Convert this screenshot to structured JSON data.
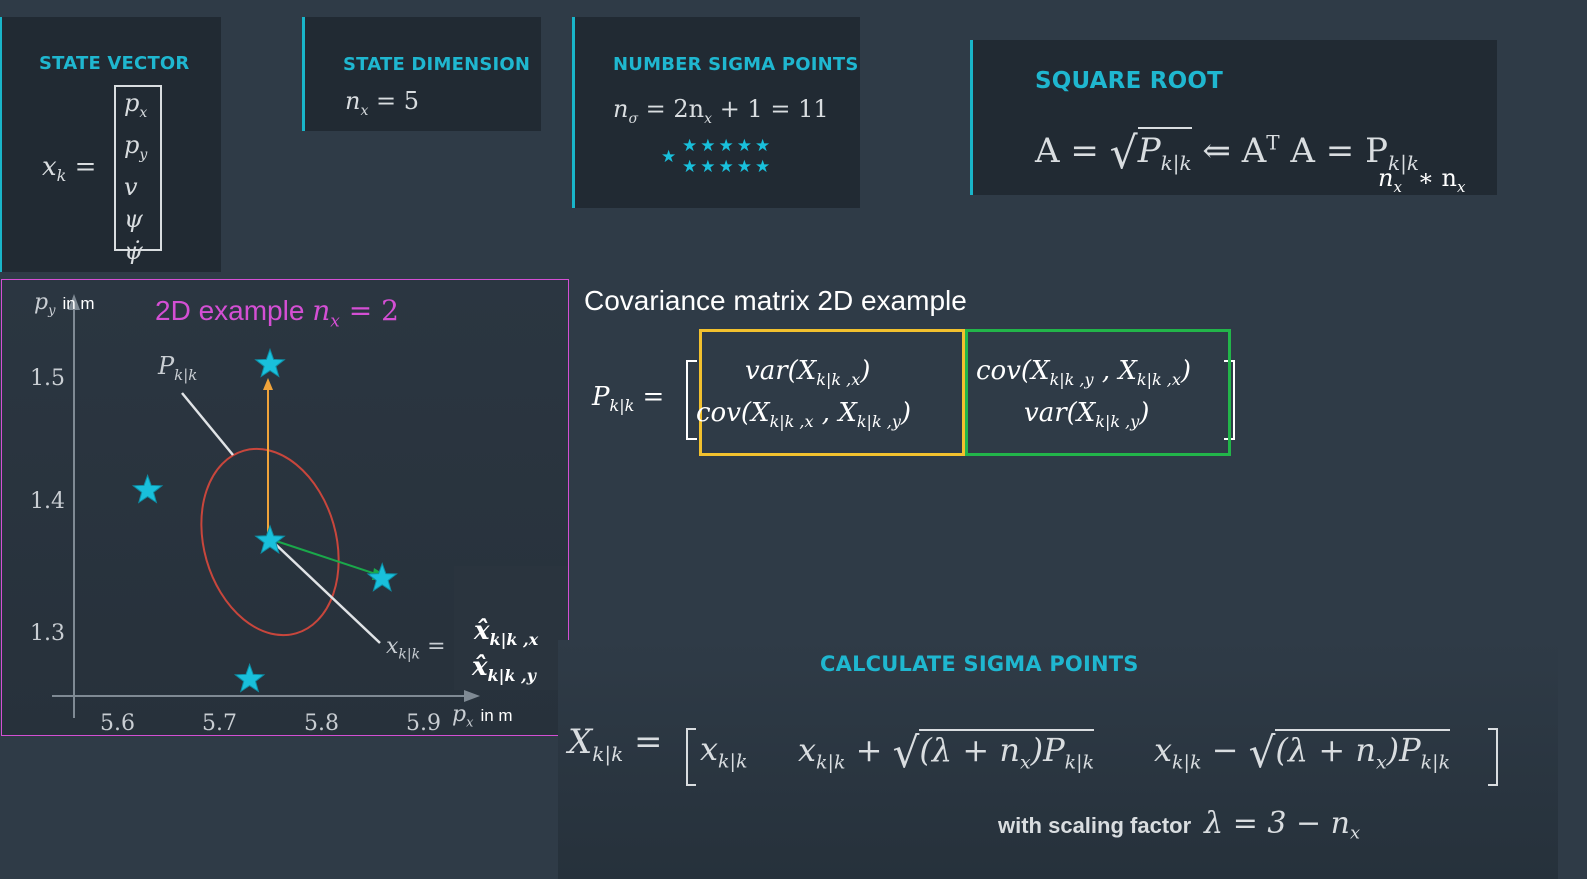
{
  "state_vector": {
    "heading": "STATE VECTOR",
    "lhs": "x",
    "lhs_sub": "k",
    "eq": "=",
    "entries": [
      "p",
      "p",
      "v",
      "ψ",
      "ψ̇"
    ],
    "entry_subs": [
      "x",
      "y",
      "",
      "",
      ""
    ]
  },
  "state_dimension": {
    "heading": "STATE DIMENSION",
    "formula_var": "n",
    "formula_sub": "x",
    "formula_rest": "= 5"
  },
  "sigma_count": {
    "heading": "NUMBER SIGMA POINTS",
    "lhs": "n",
    "lhs_sub": "σ",
    "mid": "= 2n",
    "mid_sub": "x",
    "rhs": "+ 1 = 11",
    "stars_row1": "★★★★★",
    "stars_row2": "★★★★★",
    "star_single": "★"
  },
  "square_root": {
    "heading": "SQUARE ROOT",
    "a_eq": "A =",
    "p": "P",
    "p_sub": "k|k",
    "implies": "⇐ A",
    "t_sup": "T",
    "a_eq2": "A = P",
    "p_sub2": "k|k",
    "dim_note_n1": "n",
    "dim_note_sub1": "x",
    "dim_note_times": "∗ n",
    "dim_note_sub2": "x"
  },
  "plot": {
    "title_text": "2D example ",
    "title_math": "n",
    "title_math_sub": "x",
    "title_math_rest": " = 2",
    "y_label": "p",
    "y_label_sub": "y",
    "y_unit": "in m",
    "x_label": "p",
    "x_label_sub": "x",
    "x_unit": "in m",
    "y_ticks": [
      "1.5",
      "1.4",
      "1.3"
    ],
    "x_ticks": [
      "5.6",
      "5.7",
      "5.8",
      "5.9"
    ],
    "ellipse_label": "P",
    "ellipse_label_sub": "k|k",
    "mean_label": "x",
    "mean_label_sub": "k|k",
    "mean_label_eq": "=",
    "hat_x": "x̂",
    "hat_x_sub": "k|k ,x",
    "hat_y": "x̂",
    "hat_y_sub": "k|k ,y",
    "colors": {
      "frame": "#d44fd4",
      "ellipse": "#c8463c",
      "vertical_arrow": "#f0a33a",
      "diag_arrow": "#1aa84a",
      "stars": "#19c0dc"
    }
  },
  "chart_data": {
    "type": "scatter",
    "title": "2D example n_x = 2",
    "xlabel": "p_x in m",
    "ylabel": "p_y in m",
    "x_ticks": [
      5.6,
      5.7,
      5.8,
      5.9
    ],
    "y_ticks": [
      1.3,
      1.4,
      1.5
    ],
    "series": [
      {
        "x": [
          5.75,
          5.75,
          5.63,
          5.86,
          5.73
        ],
        "y": [
          1.37,
          1.51,
          1.41,
          1.34,
          1.26
        ]
      }
    ]
  },
  "covariance": {
    "title": "Covariance matrix 2D example",
    "lhs": "P",
    "lhs_sub": "k|k",
    "eq": "=",
    "c11": "var(X",
    "c11_sub": "k|k ,x",
    "c11_end": ")",
    "c21": "cov(X",
    "c21_sub": "k|k ,x",
    "c21_mid": " , X",
    "c21_sub2": "k|k ,y",
    "c21_end": ")",
    "c12": "cov(X",
    "c12_sub": "k|k ,y",
    "c12_mid": " , X",
    "c12_sub2": "k|k ,x",
    "c12_end": ")",
    "c22": "var(X",
    "c22_sub": "k|k ,y",
    "c22_end": ")",
    "colors": {
      "left_box": "#f2c12e",
      "right_box": "#22b54a"
    }
  },
  "calc_sigma": {
    "heading": "CALCULATE SIGMA POINTS",
    "lhs": "X",
    "lhs_sub": "k|k",
    "eq": "=",
    "t1": "x",
    "t1_sub": "k|k",
    "t2": "x",
    "t2_sub": "k|k",
    "t2_op": "+",
    "t3": "x",
    "t3_sub": "k|k",
    "t3_op": "−",
    "root_body_a": "(λ + n",
    "root_body_sub": "x",
    "root_body_b": ")P",
    "root_body_sub2": "k|k",
    "scaling_text": "with scaling factor",
    "scaling_math": "λ = 3 − n",
    "scaling_math_sub": "x"
  }
}
